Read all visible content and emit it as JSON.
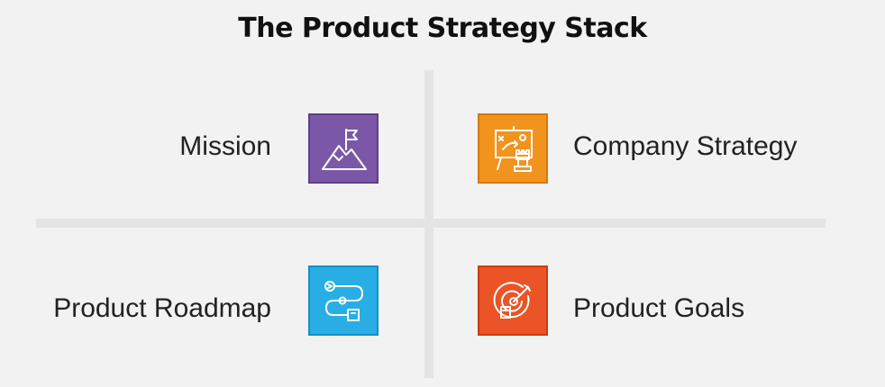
{
  "title": "The Product Strategy Stack",
  "quadrants": [
    {
      "label": "Mission",
      "icon": "mountain-flag-icon",
      "color": "#7b57a8"
    },
    {
      "label": "Company Strategy",
      "icon": "strategy-board-chess-icon",
      "color": "#f0941e"
    },
    {
      "label": "Product Roadmap",
      "icon": "roadmap-path-icon",
      "color": "#28aee4"
    },
    {
      "label": "Product Goals",
      "icon": "target-goal-icon",
      "color": "#ea5426"
    }
  ]
}
